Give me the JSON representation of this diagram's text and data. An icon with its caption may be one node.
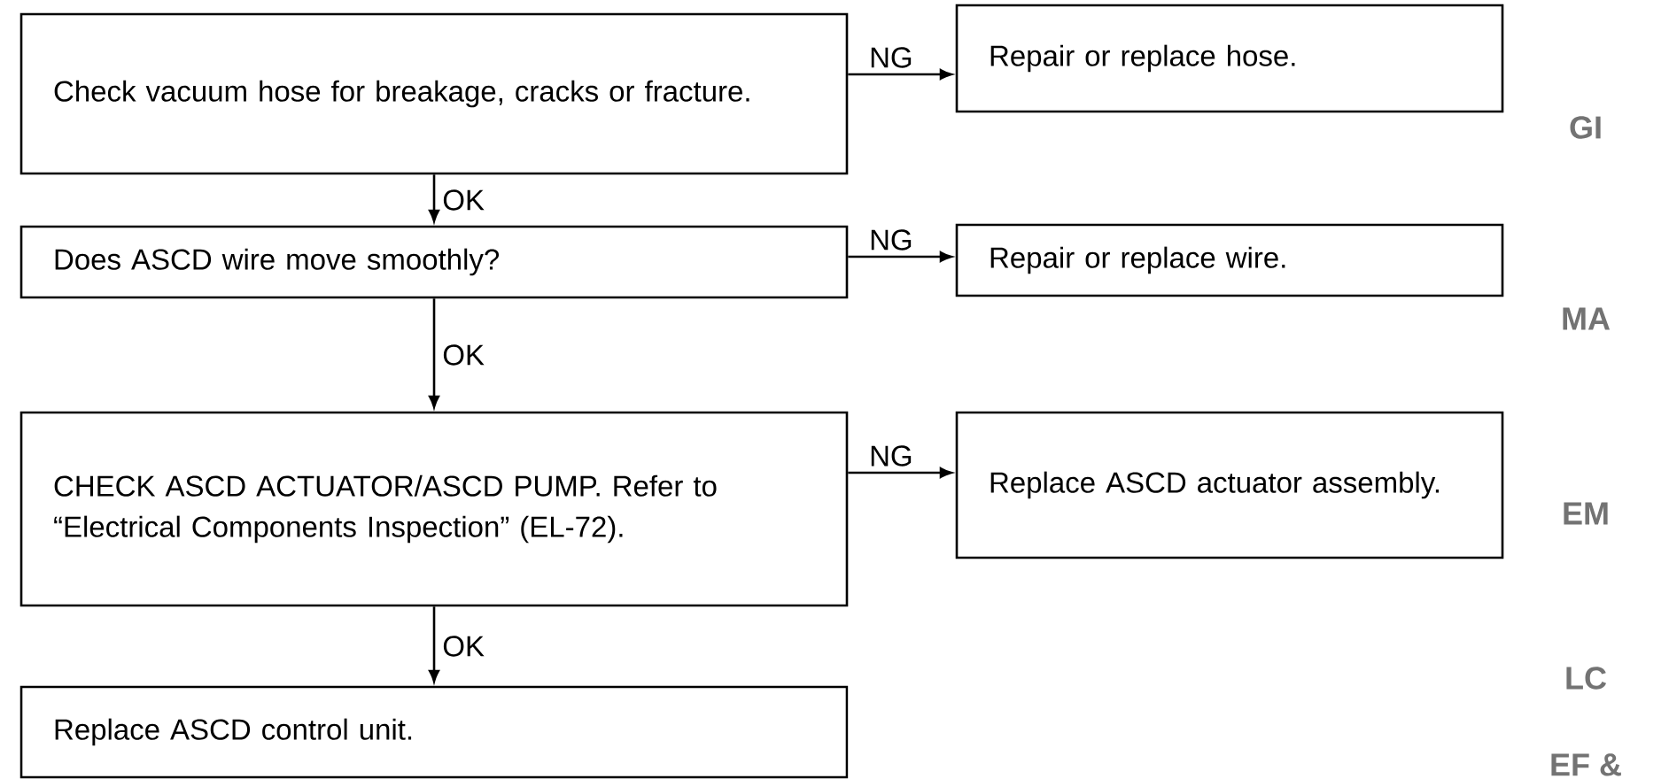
{
  "diagram": {
    "nodes": [
      {
        "text": [
          "Check vacuum hose for breakage, cracks or fracture."
        ]
      },
      {
        "text": [
          "Repair or replace hose."
        ]
      },
      {
        "text": [
          "Does ASCD wire move smoothly?"
        ]
      },
      {
        "text": [
          "Repair or replace wire."
        ]
      },
      {
        "text": [
          "CHECK ASCD ACTUATOR/ASCD PUMP. Refer to “Electrical Components Inspection” (EL-72)."
        ]
      },
      {
        "text": [
          "Replace ASCD actuator assembly."
        ]
      },
      {
        "text": [
          "Replace ASCD control unit."
        ]
      }
    ],
    "edges": [
      {
        "from": 0,
        "to": 1,
        "arrow": "to",
        "label": "NG"
      },
      {
        "from": 0,
        "to": 2,
        "arrow": "to",
        "label": "OK"
      },
      {
        "from": 2,
        "to": 3,
        "arrow": "to",
        "label": "NG"
      },
      {
        "from": 2,
        "to": 4,
        "arrow": "to",
        "label": "OK"
      },
      {
        "from": 4,
        "to": 5,
        "arrow": "to",
        "label": "NG"
      },
      {
        "from": 4,
        "to": 6,
        "arrow": "to",
        "label": "OK"
      }
    ],
    "labels": [
      "GI",
      "MA",
      "EM",
      "LC",
      "EF &"
    ]
  }
}
